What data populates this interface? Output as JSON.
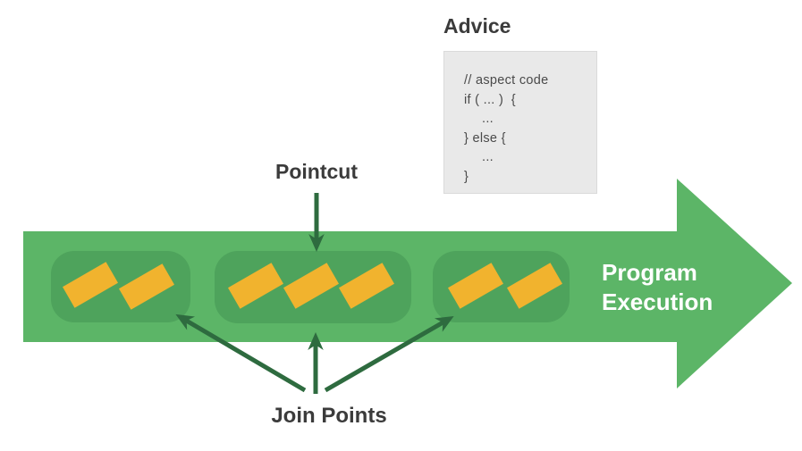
{
  "labels": {
    "advice": "Advice",
    "pointcut": "Pointcut",
    "join_points": "Join Points",
    "program_execution_line1": "Program",
    "program_execution_line2": "Execution"
  },
  "advice_box": {
    "code_lines": [
      "// aspect code",
      "if ( ... )  {",
      "...",
      "} else {",
      "...",
      "}"
    ]
  },
  "diagram": {
    "description": "Aspect-oriented programming concept diagram",
    "groups": [
      {
        "name": "group-1",
        "join_point_count": 2
      },
      {
        "name": "group-2",
        "join_point_count": 3
      },
      {
        "name": "group-3",
        "join_point_count": 2
      }
    ]
  },
  "colors": {
    "arrow_body_green": "#5cb567",
    "group_green": "#4ea35c",
    "connector_green": "#2e6b3f",
    "join_point_yellow": "#f1b32e",
    "text_dark": "#3b3b3b",
    "code_text": "#4a4a4a",
    "advice_box_bg": "#e9e9e9",
    "program_execution_text": "#ffffff"
  }
}
